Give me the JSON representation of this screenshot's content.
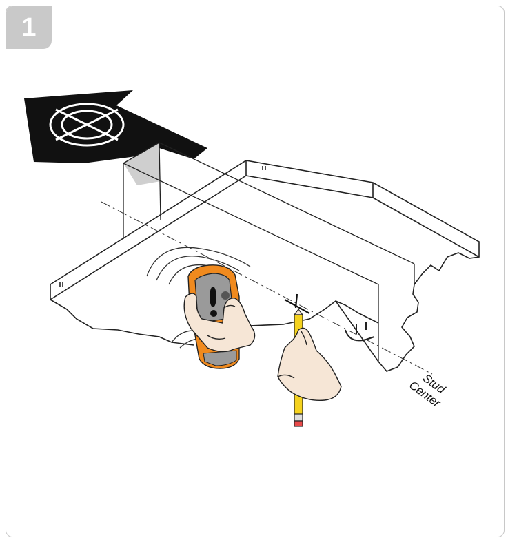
{
  "step": {
    "number": "1"
  },
  "labels": {
    "stud": "Stud",
    "center": "Center"
  },
  "colors": {
    "badge": "#c9c9c9",
    "arrow": "#111111",
    "detector_orange": "#f08a1e",
    "detector_gray": "#9a9a9a",
    "pencil_yellow": "#f5d21e",
    "skin": "#f6e6d6",
    "stud_shadow": "#cfcfcf"
  },
  "icons": [
    "ceiling-fan-icon",
    "electrical-box-icon"
  ]
}
